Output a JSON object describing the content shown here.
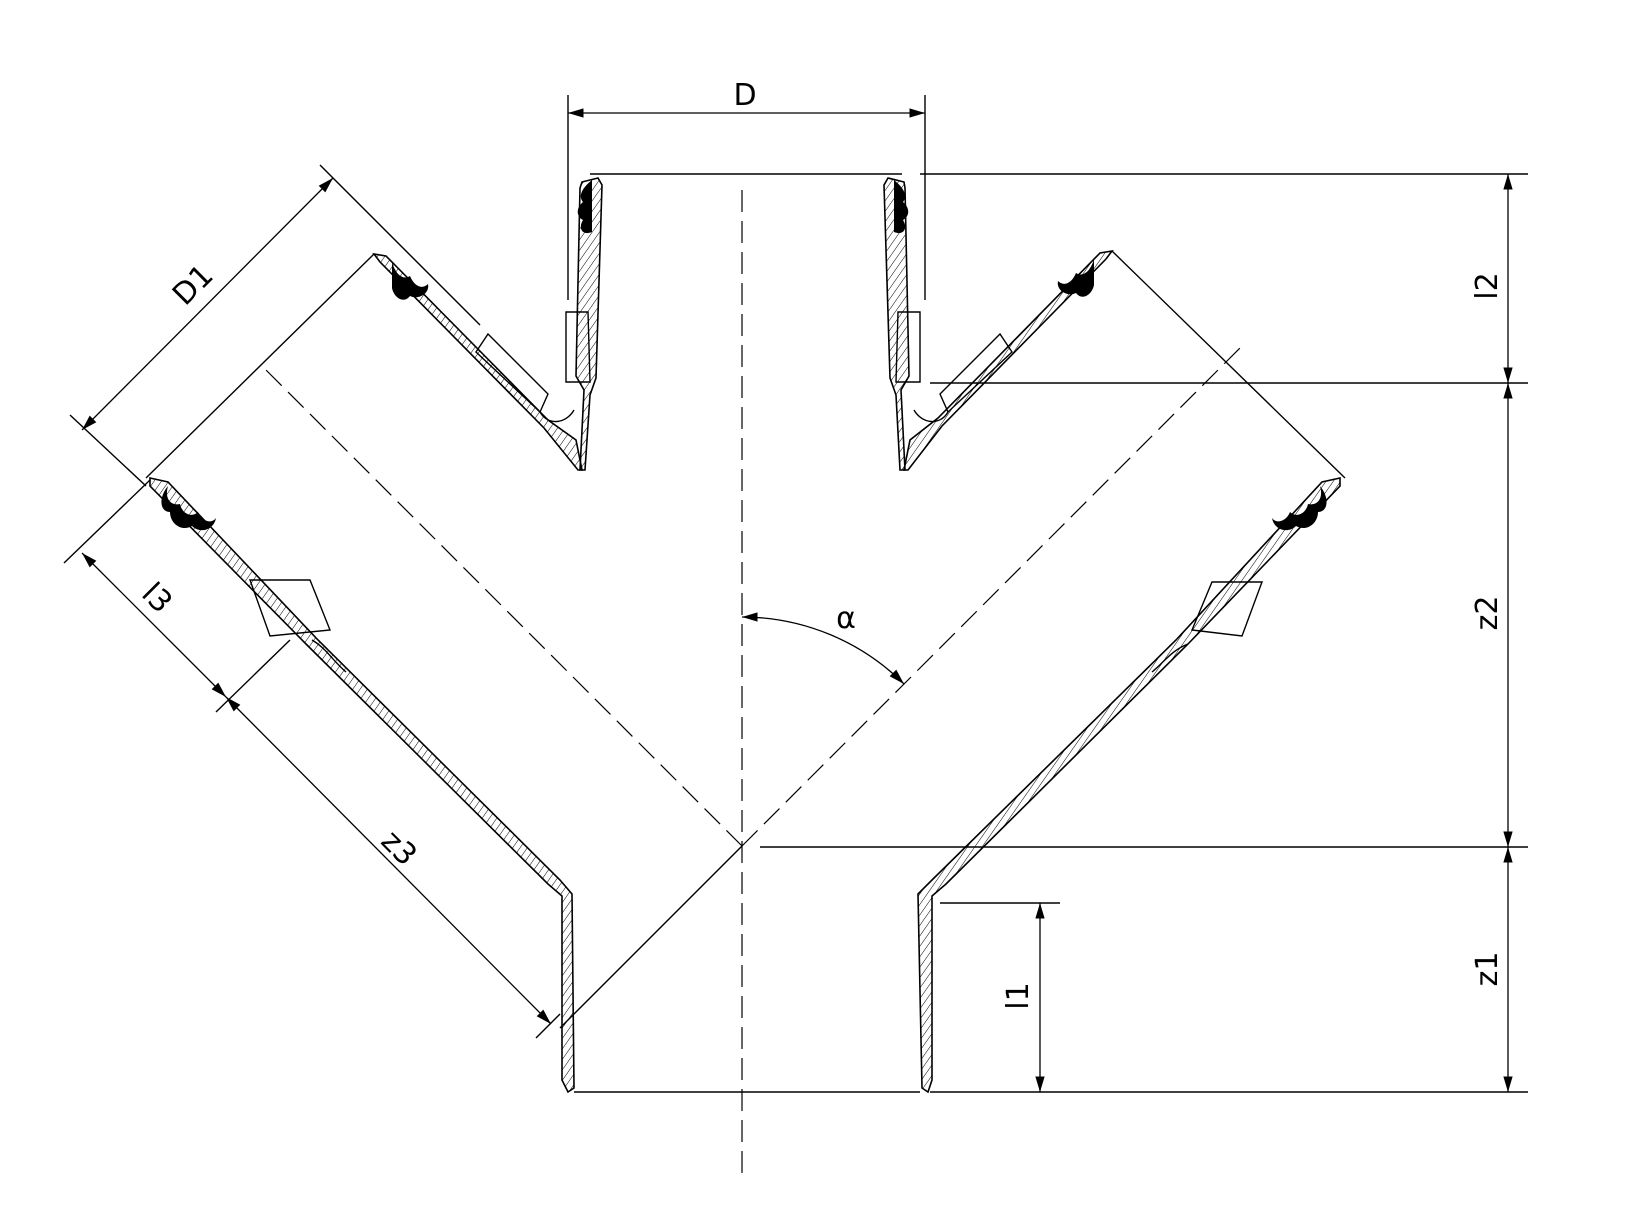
{
  "labels": {
    "D": "D",
    "D1": "D1",
    "l1": "l1",
    "l2": "l2",
    "l3": "l3",
    "z1": "z1",
    "z2": "z2",
    "z3": "z3",
    "alpha": "α"
  },
  "colors": {
    "line": "#000000",
    "background": "#ffffff"
  }
}
